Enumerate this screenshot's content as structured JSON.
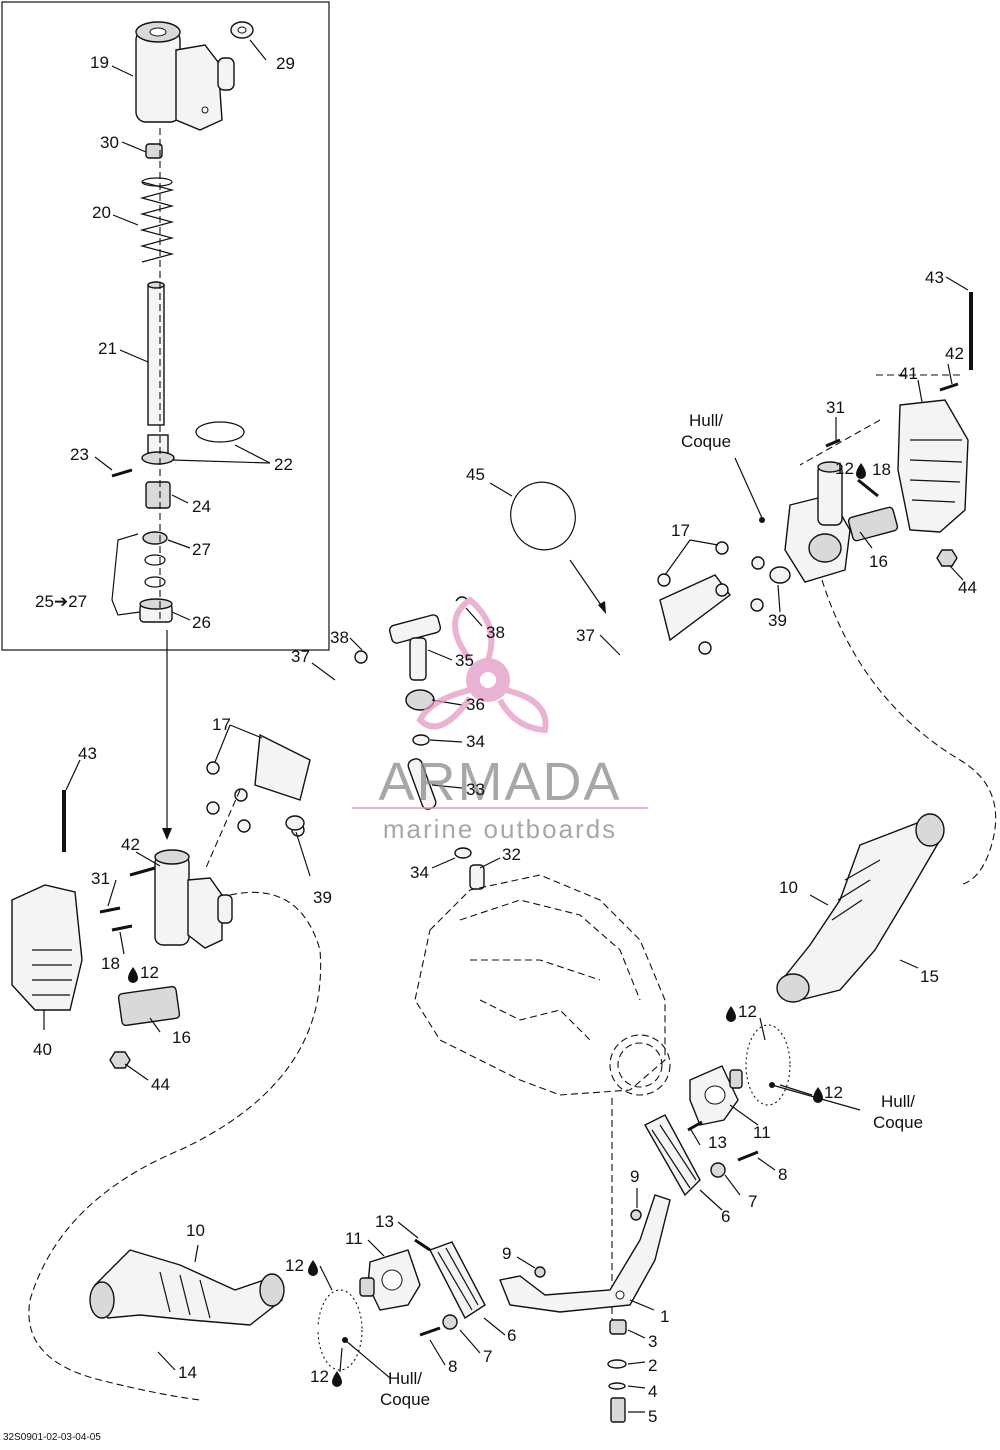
{
  "diagram": {
    "ref_code": "32S0901-02-03-04-05",
    "watermark": {
      "brand": "ARMADA",
      "tagline": "marine outboards",
      "accent_color": "#e39ac6"
    },
    "labels": {
      "p1": "1",
      "p2": "2",
      "p3": "3",
      "p4": "4",
      "p5": "5",
      "p6a": "6",
      "p6b": "6",
      "p7a": "7",
      "p7b": "7",
      "p8a": "8",
      "p8b": "8",
      "p9a": "9",
      "p9b": "9",
      "p10a": "10",
      "p10b": "10",
      "p11a": "11",
      "p11b": "11",
      "p12a": "12",
      "p12b": "12",
      "p12c": "12",
      "p12d": "12",
      "p12e": "12",
      "p12f": "12",
      "p13a": "13",
      "p13b": "13",
      "p14": "14",
      "p15": "15",
      "p16a": "16",
      "p16b": "16",
      "p17a": "17",
      "p17b": "17",
      "p18a": "18",
      "p18b": "18",
      "p19": "19",
      "p20": "20",
      "p21": "21",
      "p22": "22",
      "p23": "23",
      "p24": "24",
      "p25_27": "25➔27",
      "p26": "26",
      "p27": "27",
      "p29": "29",
      "p30": "30",
      "p31a": "31",
      "p31b": "31",
      "p32": "32",
      "p33": "33",
      "p34a": "34",
      "p34b": "34",
      "p35": "35",
      "p36": "36",
      "p37a": "37",
      "p37b": "37",
      "p38a": "38",
      "p38b": "38",
      "p39a": "39",
      "p39b": "39",
      "p40": "40",
      "p41": "41",
      "p42a": "42",
      "p42b": "42",
      "p43a": "43",
      "p43b": "43",
      "p44a": "44",
      "p44b": "44",
      "p45": "45"
    },
    "hull_notes": {
      "top_line1": "Hull/",
      "top_line2": "Coque",
      "right_line1": "Hull/",
      "right_line2": "Coque",
      "bottom_line1": "Hull/",
      "bottom_line2": "Coque"
    }
  }
}
